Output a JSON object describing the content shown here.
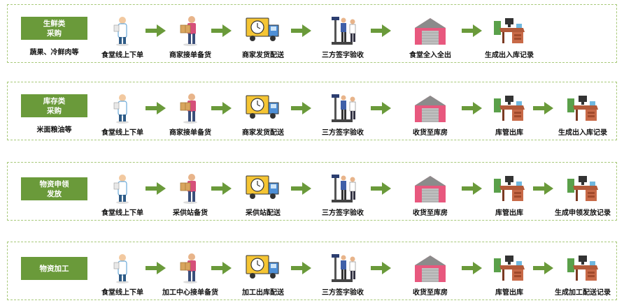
{
  "rows": [
    {
      "label": "生鲜类\n采购",
      "note": "蔬果、冷鲜肉等",
      "steps": [
        {
          "icon": "doctor-clipboard-icon",
          "caption": "食堂线上下单"
        },
        {
          "icon": "courier-box-icon",
          "caption": "商家接单备货"
        },
        {
          "icon": "delivery-truck-clock-icon",
          "caption": "商家发货配送"
        },
        {
          "icon": "three-party-scale-icon",
          "caption": "三方签字验收"
        },
        {
          "icon": "warehouse-icon",
          "caption": "食堂全入全出"
        },
        {
          "icon": "office-desk-icon",
          "caption": "生成出入库记录"
        }
      ]
    },
    {
      "label": "库存类\n采购",
      "note": "米面粮油等",
      "steps": [
        {
          "icon": "doctor-clipboard-icon",
          "caption": "食堂线上下单"
        },
        {
          "icon": "courier-box-icon",
          "caption": "商家接单备货"
        },
        {
          "icon": "delivery-truck-clock-icon",
          "caption": "商家发货配送"
        },
        {
          "icon": "three-party-scale-icon",
          "caption": "三方签字验收"
        },
        {
          "icon": "warehouse-icon",
          "caption": "收货至库房"
        },
        {
          "icon": "office-desk-icon",
          "caption": "库管出库"
        },
        {
          "icon": "office-desk-icon",
          "caption": "生成出入库记录"
        }
      ]
    },
    {
      "label": "物资申领\n发放",
      "note": "",
      "steps": [
        {
          "icon": "doctor-clipboard-icon",
          "caption": "食堂线上下单"
        },
        {
          "icon": "courier-box-icon",
          "caption": "采供站备货"
        },
        {
          "icon": "delivery-truck-clock-icon",
          "caption": "采供站配送"
        },
        {
          "icon": "three-party-scale-icon",
          "caption": "三方签字验收"
        },
        {
          "icon": "warehouse-icon",
          "caption": "收货至库房"
        },
        {
          "icon": "office-desk-icon",
          "caption": "库管出库"
        },
        {
          "icon": "office-desk-icon",
          "caption": "生成申领发放记录"
        }
      ]
    },
    {
      "label": "物资加工",
      "note": "",
      "steps": [
        {
          "icon": "doctor-clipboard-icon",
          "caption": "食堂线上下单"
        },
        {
          "icon": "courier-box-icon",
          "caption": "加工中心接单备货"
        },
        {
          "icon": "delivery-truck-clock-icon",
          "caption": "加工出库配送"
        },
        {
          "icon": "three-party-scale-icon",
          "caption": "三方签字验收"
        },
        {
          "icon": "warehouse-icon",
          "caption": "收货至库房"
        },
        {
          "icon": "office-desk-icon",
          "caption": "库管出库"
        },
        {
          "icon": "office-desk-icon",
          "caption": "生成加工配送记录"
        }
      ]
    }
  ],
  "colors": {
    "label_bg": "#6a9a3a",
    "border": "#a8c97a",
    "arrow": "#6a9a3a"
  }
}
